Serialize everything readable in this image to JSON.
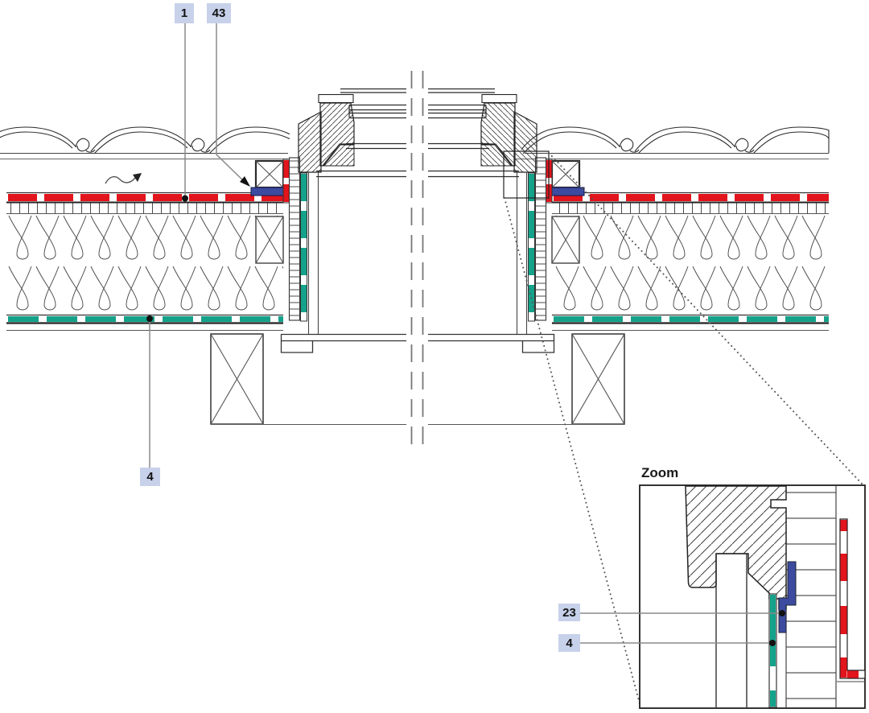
{
  "drawing": {
    "type": "architectural-section-detail",
    "subject": "roof-window-junction-with-membranes-and-insulation"
  },
  "zoom_panel": {
    "title": "Zoom"
  },
  "callouts": {
    "top_membrane": "1",
    "clamp_profile_top": "43",
    "bottom_membrane": "4",
    "zoom_clamp": "23",
    "zoom_membrane": "4"
  },
  "colors": {
    "red": "#e2141c",
    "teal": "#14a28a",
    "blue": "#3c4ba0",
    "callout-bg": "#c7d1ea",
    "line-dark": "#1f1f1f",
    "line-gray": "#8a8a8a"
  },
  "icons": [
    "airflow-arrow",
    "leader-arrow",
    "section-break-lines",
    "detail-marker"
  ]
}
